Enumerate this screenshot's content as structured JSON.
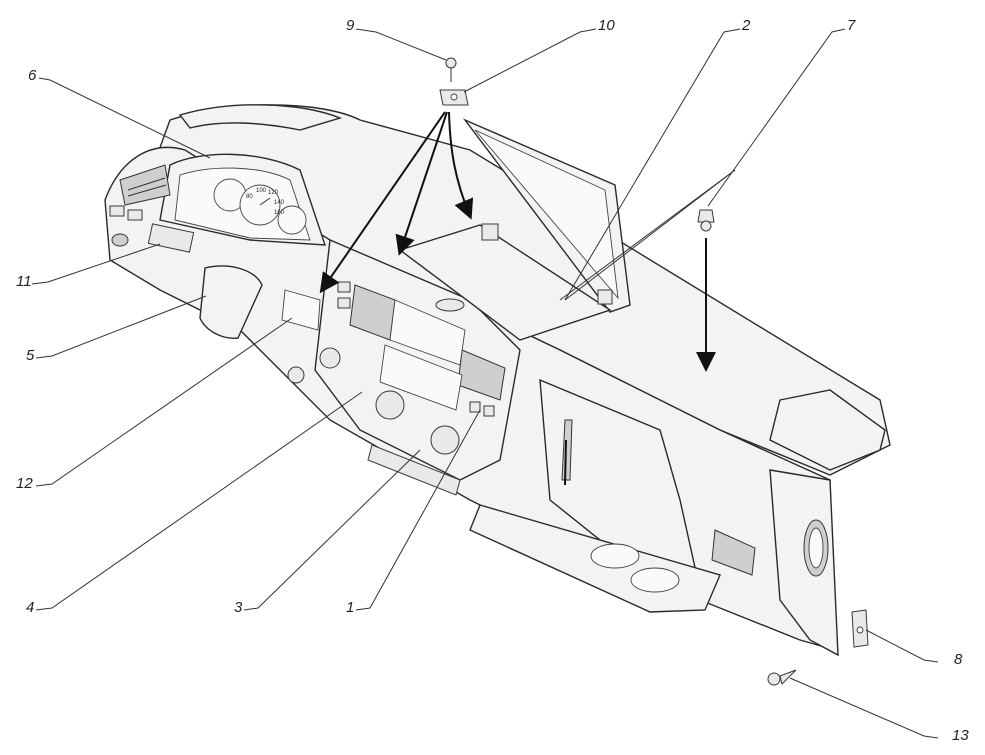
{
  "diagram": {
    "callouts": [
      {
        "id": "c1",
        "label": "1"
      },
      {
        "id": "c2",
        "label": "2"
      },
      {
        "id": "c3",
        "label": "3"
      },
      {
        "id": "c4",
        "label": "4"
      },
      {
        "id": "c5",
        "label": "5"
      },
      {
        "id": "c6",
        "label": "6"
      },
      {
        "id": "c7",
        "label": "7"
      },
      {
        "id": "c8",
        "label": "8"
      },
      {
        "id": "c9",
        "label": "9"
      },
      {
        "id": "c10",
        "label": "10"
      },
      {
        "id": "c11",
        "label": "11"
      },
      {
        "id": "c12",
        "label": "12"
      },
      {
        "id": "c13",
        "label": "13"
      }
    ],
    "gauge_marks": [
      "80",
      "100",
      "120",
      "140",
      "160"
    ]
  },
  "colors": {
    "line": "#2a2a2a",
    "fill": "#f3f3f3",
    "shade": "#cfcfcf",
    "background": "#ffffff"
  }
}
